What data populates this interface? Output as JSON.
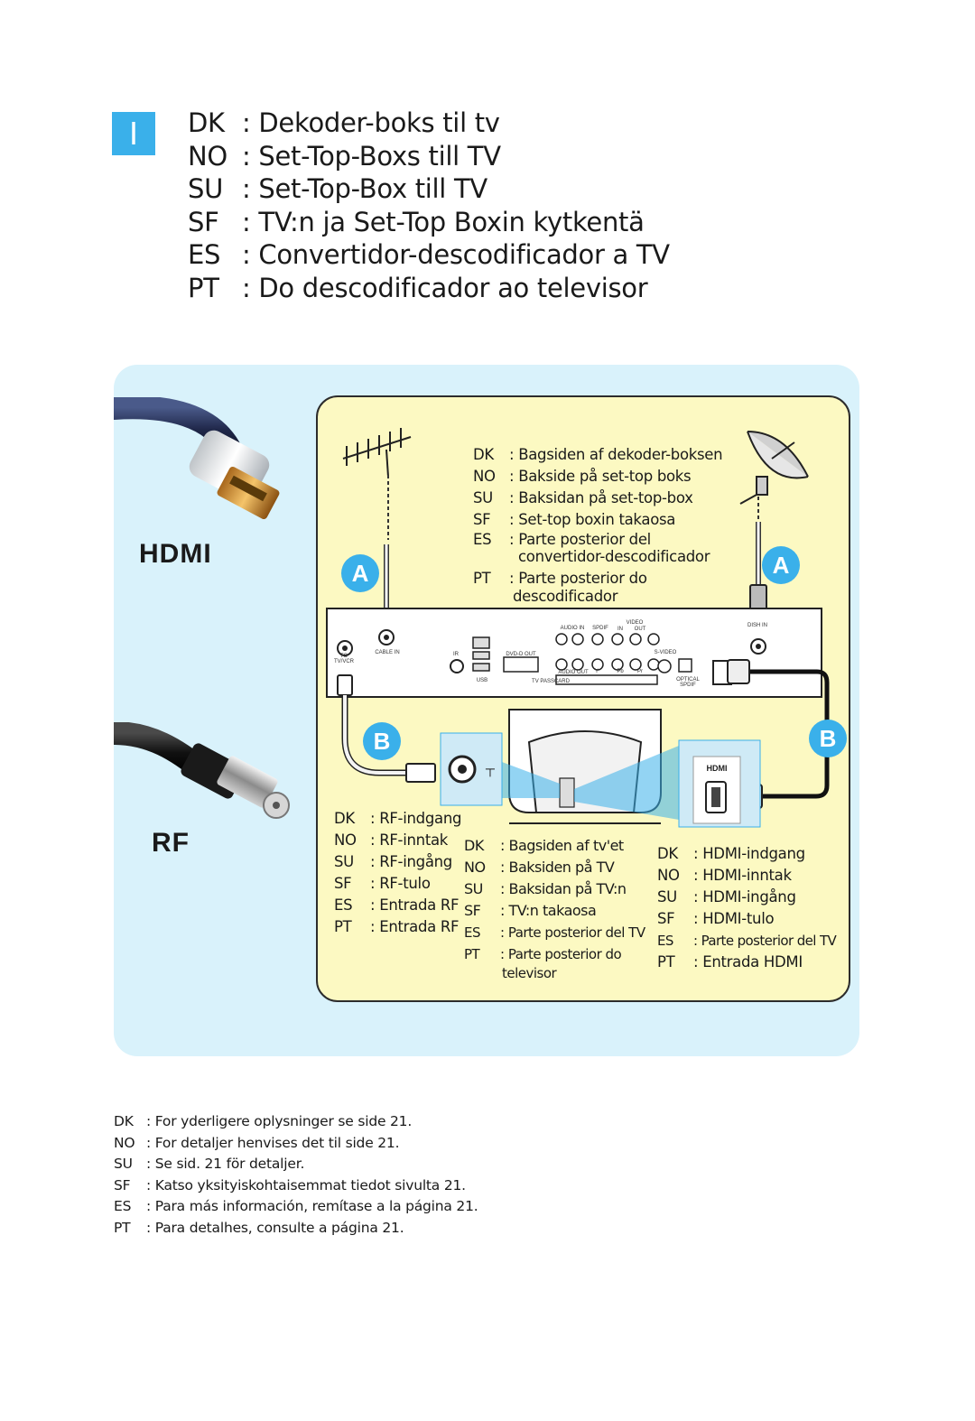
{
  "step": {
    "label": "I"
  },
  "titles": [
    {
      "code": "DK",
      "sep": ":",
      "text": "Dekoder-boks til tv"
    },
    {
      "code": "NO",
      "sep": ":",
      "text": "Set-Top-Boxs till TV"
    },
    {
      "code": "SU",
      "sep": ":",
      "text": "Set-Top-Box till TV"
    },
    {
      "code": "SF",
      "sep": ":",
      "text": "TV:n ja Set-Top Boxin kytkentä"
    },
    {
      "code": "ES",
      "sep": ":",
      "text": "Convertidor-descodificador a TV"
    },
    {
      "code": "PT",
      "sep": ":",
      "text": "Do descodificador ao televisor"
    }
  ],
  "cables": {
    "hdmi": "HDMI",
    "rf": "RF"
  },
  "badges": {
    "a_left": "A",
    "a_right": "A",
    "b_left": "B",
    "b_right": "B"
  },
  "stb_back": [
    {
      "code": "DK",
      "text": ": Bagsiden af dekoder-boksen"
    },
    {
      "code": "NO",
      "text": ": Bakside på set-top boks"
    },
    {
      "code": "SU",
      "text": ": Baksidan på set-top-box"
    },
    {
      "code": "SF",
      "text": ": Set-top boxin takaosa"
    },
    {
      "code": "ES",
      "text": ": Parte posterior del"
    },
    {
      "code": "",
      "text": "convertidor-descodificador"
    },
    {
      "code": "PT",
      "text": ": Parte posterior do"
    },
    {
      "code": "",
      "text": "descodificador"
    }
  ],
  "rf_in": [
    {
      "code": "DK",
      "text": ": RF-indgang"
    },
    {
      "code": "NO",
      "text": ": RF-inntak"
    },
    {
      "code": "SU",
      "text": ": RF-ingång"
    },
    {
      "code": "SF",
      "text": ": RF-tulo"
    },
    {
      "code": "ES",
      "text": ": Entrada RF"
    },
    {
      "code": "PT",
      "text": ": Entrada RF"
    }
  ],
  "tv_back": [
    {
      "code": "DK",
      "text": ": Bagsiden af tv'et"
    },
    {
      "code": "NO",
      "text": ": Baksiden på TV"
    },
    {
      "code": "SU",
      "text": ": Baksidan på TV:n"
    },
    {
      "code": "SF",
      "text": ": TV:n takaosa"
    },
    {
      "code": "ES",
      "text": ": Parte posterior del TV"
    },
    {
      "code": "PT",
      "text": ": Parte posterior do"
    },
    {
      "code": "",
      "text": "televisor"
    }
  ],
  "hdmi_in": [
    {
      "code": "DK",
      "text": ": HDMI-indgang"
    },
    {
      "code": "NO",
      "text": ": HDMI-inntak"
    },
    {
      "code": "SU",
      "text": ": HDMI-ingång"
    },
    {
      "code": "SF",
      "text": ": HDMI-tulo"
    },
    {
      "code": "ES",
      "text": ": Parte posterior del TV"
    },
    {
      "code": "PT",
      "text": ": Entrada HDMI"
    }
  ],
  "ports": {
    "to_tv_vcr": "TO TV/VCR",
    "cable_in": "CABLE IN",
    "ir": "IR",
    "usb": "USB",
    "dvd_d_out": "DVD-D OUT",
    "tv_passcard": "TV PASSCARD",
    "audio_in": "AUDIO IN",
    "spdif": "SPDIF",
    "video": "VIDEO",
    "in": "IN",
    "out": "OUT",
    "audio_out": "AUDIO OUT",
    "y": "Y",
    "pb": "Pb",
    "pr": "Pr",
    "s_video": "S-VIDEO",
    "optical_spdif": "OPTICAL SPDIF",
    "dish_in": "DISH IN",
    "hdmi_socket": "HDMI"
  },
  "footer": [
    {
      "code": "DK",
      "text": ": For yderligere oplysninger se side 21."
    },
    {
      "code": "NO",
      "text": ": For detaljer henvises det til side 21."
    },
    {
      "code": "SU",
      "text": ": Se sid. 21 för detaljer."
    },
    {
      "code": "SF",
      "text": ": Katso yksityiskohtaisemmat tiedot sivulta 21."
    },
    {
      "code": "ES",
      "text": ": Para más información, remítase a la página 21."
    },
    {
      "code": "PT",
      "text": ": Para detalhes, consulte a página 21."
    }
  ],
  "colors": {
    "accent": "#3ab0ea",
    "panel_outer": "#d9f2fb",
    "panel_inner": "#fcf9c2"
  }
}
